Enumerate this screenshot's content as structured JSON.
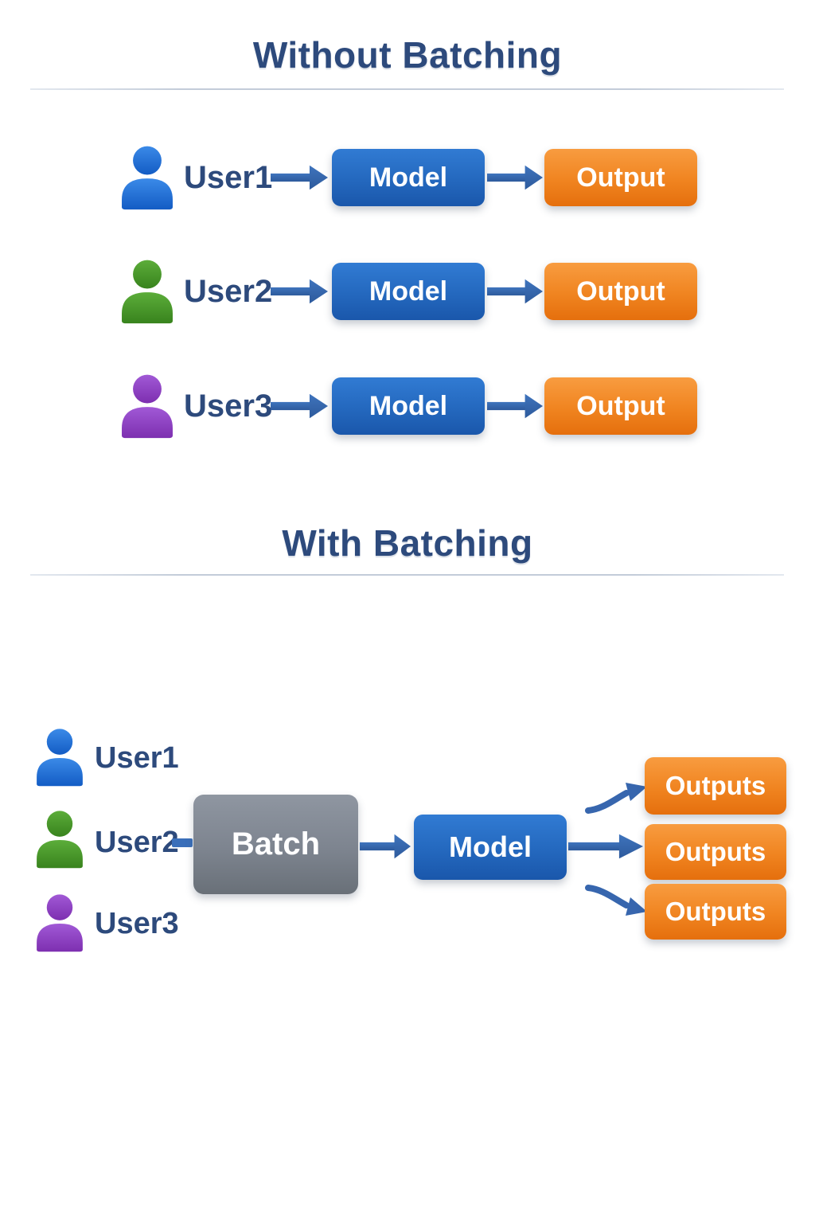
{
  "colors": {
    "title_navy": "#2d4a7c",
    "arrow_blue": "#3766ae",
    "model_blue_top": "#317bd3",
    "model_blue_bottom": "#1a57ab",
    "output_orange_top": "#f89c40",
    "output_orange_bottom": "#e56f0d",
    "batch_gray_top": "#8f96a1",
    "batch_gray_bottom": "#697078",
    "user1_blue": "#2378e0",
    "user2_green": "#4a9a2c",
    "user3_purple": "#8e3fc6",
    "divider_gray": "#c3ccd9"
  },
  "without": {
    "title": "Without Batching",
    "rows": [
      {
        "user": "User1",
        "user_icon": "person-icon-blue",
        "model": "Model",
        "output": "Output"
      },
      {
        "user": "User2",
        "user_icon": "person-icon-green",
        "model": "Model",
        "output": "Output"
      },
      {
        "user": "User3",
        "user_icon": "person-icon-purple",
        "model": "Model",
        "output": "Output"
      }
    ]
  },
  "with": {
    "title": "With Batching",
    "users": [
      {
        "label": "User1",
        "icon": "person-icon-blue"
      },
      {
        "label": "User2",
        "icon": "person-icon-green"
      },
      {
        "label": "User3",
        "icon": "person-icon-purple"
      }
    ],
    "batch": "Batch",
    "model": "Model",
    "outputs": [
      "Outputs",
      "Outputs",
      "Outputs"
    ]
  }
}
